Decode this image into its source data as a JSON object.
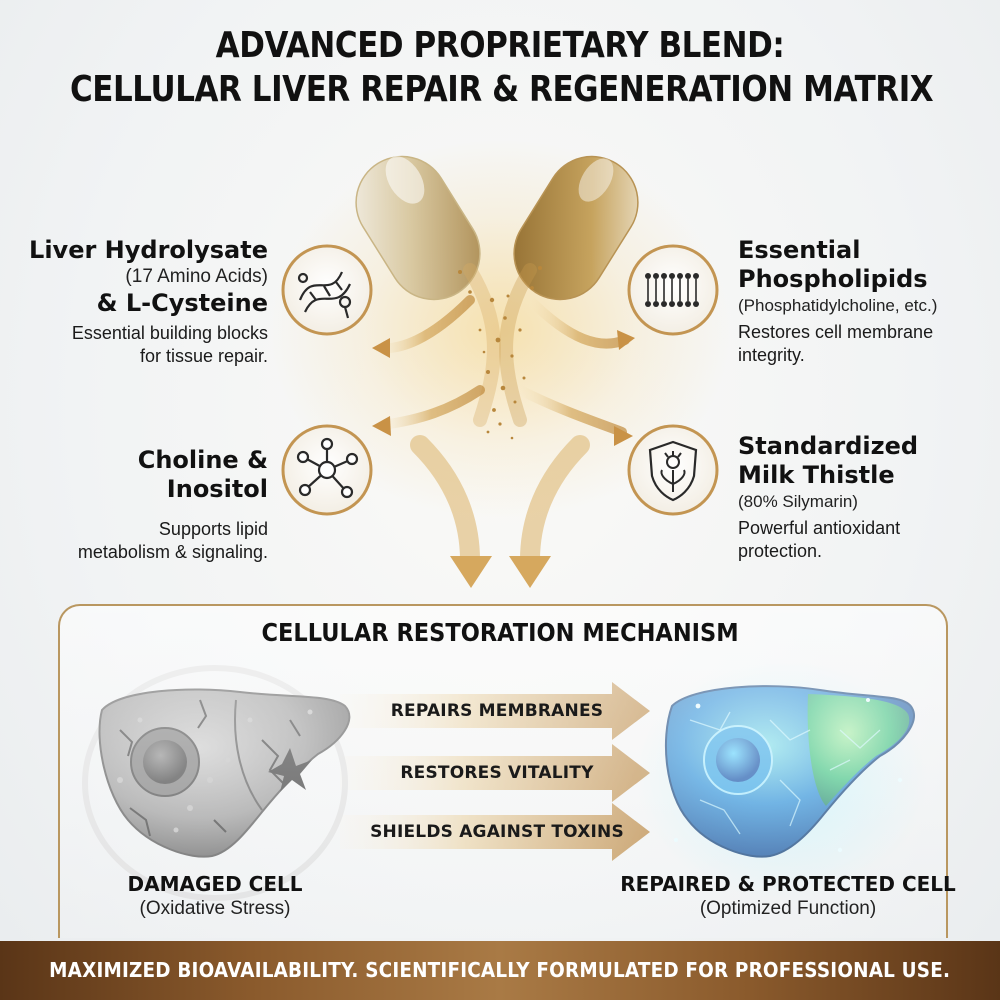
{
  "header": {
    "title_line1": "ADVANCED PROPRIETARY BLEND:",
    "title_line2": "CELLULAR LIVER REPAIR & REGENERATION MATRIX"
  },
  "ingredients": {
    "liver_hydrolysate": {
      "name": "Liver Hydrolysate",
      "detail": "(17 Amino Acids)",
      "name2": "& L-Cysteine",
      "desc_line1": "Essential building blocks",
      "desc_line2": "for tissue repair.",
      "icon": "molecule-strands-icon"
    },
    "phospholipids": {
      "name_line1": "Essential",
      "name_line2": "Phospholipids",
      "detail": "(Phosphatidylcholine, etc.)",
      "desc_line1": "Restores cell membrane",
      "desc_line2": "integrity.",
      "icon": "lipid-bilayer-icon"
    },
    "choline_inositol": {
      "name_line1": "Choline &",
      "name_line2": "Inositol",
      "desc_line1": "Supports lipid",
      "desc_line2": "metabolism & signaling.",
      "icon": "molecule-network-icon"
    },
    "milk_thistle": {
      "name_line1": "Standardized",
      "name_line2": "Milk Thistle",
      "detail": "(80% Silymarin)",
      "desc_line1": "Powerful antioxidant",
      "desc_line2": "protection.",
      "icon": "thistle-shield-icon"
    }
  },
  "mechanism": {
    "title": "CELLULAR RESTORATION MECHANISM",
    "arrows": [
      "REPAIRS MEMBRANES",
      "RESTORES VITALITY",
      "SHIELDS AGAINST TOXINS"
    ],
    "damaged": {
      "label": "DAMAGED CELL",
      "sub": "(Oxidative Stress)"
    },
    "repaired": {
      "label": "REPAIRED & PROTECTED CELL",
      "sub": "(Optimized Function)"
    }
  },
  "footer": {
    "text": "MAXIMIZED BIOAVAILABILITY. SCIENTIFICALLY FORMULATED FOR PROFESSIONAL USE."
  },
  "colors": {
    "gold": "#c59a52",
    "gold_dark": "#8a5a2c",
    "footer_dark": "#5a3517",
    "repaired_blue": "#1f7fd1",
    "repaired_green": "#39c47a",
    "damaged_gray": "#8e8e8e"
  }
}
